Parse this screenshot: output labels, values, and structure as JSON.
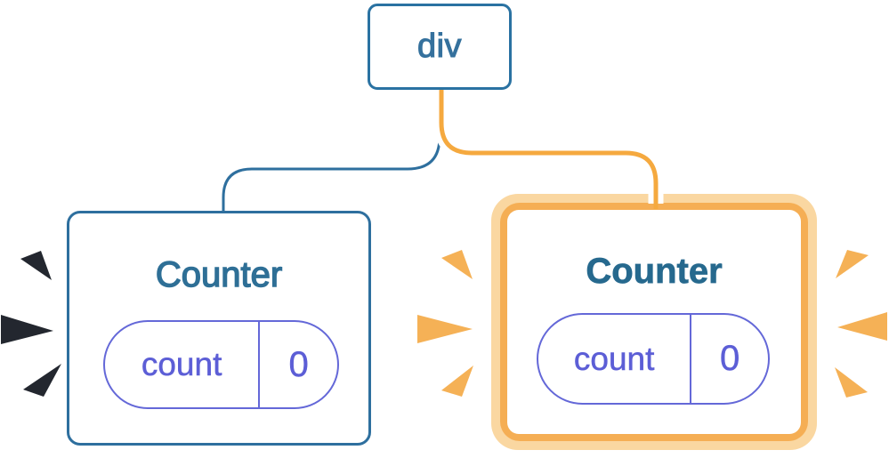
{
  "diagram": {
    "root": {
      "label": "div"
    },
    "left_counter": {
      "title": "Counter",
      "state": {
        "key": "count",
        "value": "0"
      },
      "highlighted": "false"
    },
    "right_counter": {
      "title": "Counter",
      "state": {
        "key": "count",
        "value": "0"
      },
      "highlighted": "true"
    }
  },
  "icons": {
    "left_sparks": "burst-sparks-dark",
    "middle_sparks": "burst-sparks-orange",
    "right_sparks": "burst-sparks-orange"
  },
  "colors": {
    "background": "#ffffff",
    "node_border_blue": "#2a72a2",
    "card_border_blue": "#2e6f9e",
    "title_blue": "#2e6f96",
    "title_blue_bold": "#26698e",
    "pill_purple": "#6468d8",
    "pill_text_purple": "#5c5ed6",
    "connector_blue": "#2e6f9e",
    "connector_orange": "#f5a93f",
    "connector_casing": "#ffffff",
    "highlight_orange": "#f5ae54",
    "highlight_orange_light": "#fad7a1",
    "spark_dark": "#23272f",
    "spark_orange": "#f5b156"
  }
}
